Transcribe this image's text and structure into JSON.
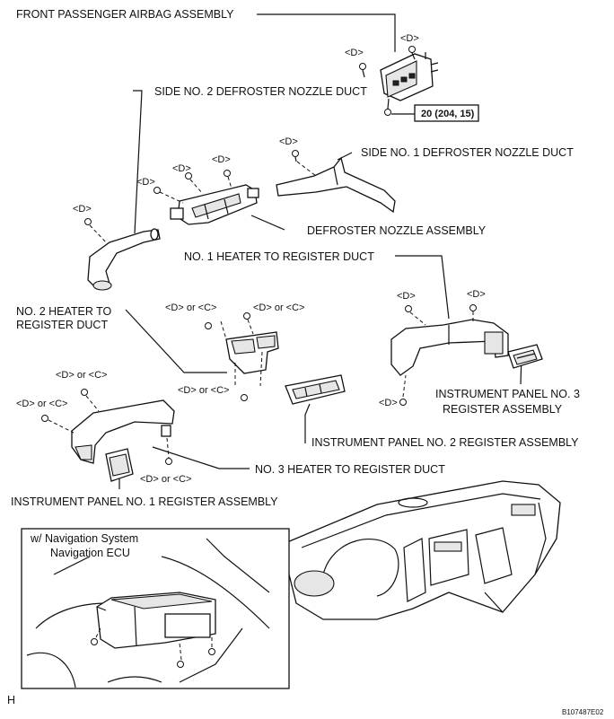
{
  "labels": {
    "front_passenger_airbag": "FRONT PASSENGER AIRBAG ASSEMBLY",
    "side_no2_defroster": "SIDE NO. 2 DEFROSTER NOZZLE DUCT",
    "side_no1_defroster": "SIDE NO. 1 DEFROSTER NOZZLE DUCT",
    "defroster_nozzle": "DEFROSTER NOZZLE ASSEMBLY",
    "no1_heater_duct": "NO. 1 HEATER TO REGISTER DUCT",
    "no2_heater_duct_line1": "NO. 2 HEATER TO",
    "no2_heater_duct_line2": "REGISTER DUCT",
    "ip_no3_register_line1": "INSTRUMENT PANEL NO. 3",
    "ip_no3_register_line2": "REGISTER ASSEMBLY",
    "ip_no2_register": "INSTRUMENT PANEL NO. 2 REGISTER ASSEMBLY",
    "no3_heater_duct": "NO. 3 HEATER TO REGISTER DUCT",
    "ip_no1_register": "INSTRUMENT PANEL NO. 1 REGISTER ASSEMBLY"
  },
  "fastener_tags": {
    "d": "<D>",
    "d_or_c": "<D> or <C>"
  },
  "torque_spec": "20 (204, 15)",
  "inset": {
    "title": "w/ Navigation System",
    "component": "Navigation ECU"
  },
  "footer": {
    "page_letter": "H",
    "figure_code": "B107487E02"
  }
}
